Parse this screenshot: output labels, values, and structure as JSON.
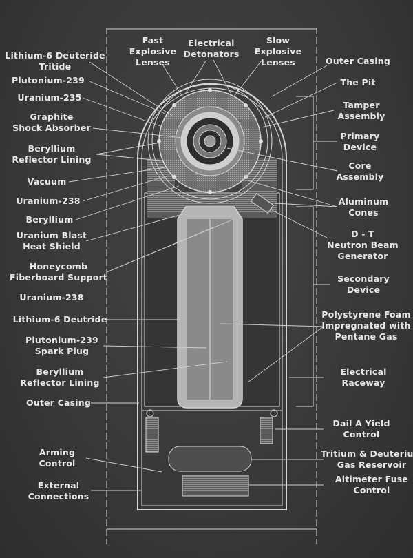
{
  "colors": {
    "background": "#3b3b3b",
    "line": "#d8d8d8",
    "text": "#e6e6e6"
  },
  "labels_left": [
    {
      "lines": [
        "Lithium-6 Deuteride",
        "Tritide"
      ]
    },
    {
      "lines": [
        "Plutonium-239"
      ]
    },
    {
      "lines": [
        "Uranium-235"
      ]
    },
    {
      "lines": [
        "Graphite",
        "Shock Absorber"
      ]
    },
    {
      "lines": [
        "Beryllium",
        "Reflector Lining"
      ]
    },
    {
      "lines": [
        "Vacuum"
      ]
    },
    {
      "lines": [
        "Uranium-238"
      ]
    },
    {
      "lines": [
        "Beryllium"
      ]
    },
    {
      "lines": [
        "Uranium Blast",
        "Heat Shield"
      ]
    },
    {
      "lines": [
        "Honeycomb",
        "Fiberboard Support"
      ]
    },
    {
      "lines": [
        "Uranium-238"
      ]
    },
    {
      "lines": [
        "Lithium-6 Deutride"
      ]
    },
    {
      "lines": [
        "Plutonium-239",
        "Spark Plug"
      ]
    },
    {
      "lines": [
        "Beryllium",
        "Reflector Lining"
      ]
    },
    {
      "lines": [
        "Outer Casing"
      ]
    },
    {
      "lines": [
        "Arming",
        "Control"
      ]
    },
    {
      "lines": [
        "External",
        "Connections"
      ]
    }
  ],
  "labels_top": [
    {
      "lines": [
        "Fast",
        "Explosive",
        "Lenses"
      ]
    },
    {
      "lines": [
        "Electrical",
        "Detonators"
      ]
    },
    {
      "lines": [
        "Slow",
        "Explosive",
        "Lenses"
      ]
    }
  ],
  "labels_right": [
    {
      "lines": [
        "Outer Casing"
      ]
    },
    {
      "lines": [
        "The Pit"
      ]
    },
    {
      "lines": [
        "Tamper",
        "Assembly"
      ]
    },
    {
      "lines": [
        "Primary",
        "Device"
      ]
    },
    {
      "lines": [
        "Core",
        "Assembly"
      ]
    },
    {
      "lines": [
        "Aluminum",
        "Cones"
      ]
    },
    {
      "lines": [
        "D - T",
        "Neutron Beam",
        "Generator"
      ]
    },
    {
      "lines": [
        "Secondary",
        "Device"
      ]
    },
    {
      "lines": [
        "Polystyrene Foam",
        "Impregnated with",
        "Pentane Gas"
      ]
    },
    {
      "lines": [
        "Electrical",
        "Raceway"
      ]
    },
    {
      "lines": [
        "Dail A Yield",
        "Control"
      ]
    },
    {
      "lines": [
        "Tritium & Deuterium",
        "Gas Reservoir"
      ]
    },
    {
      "lines": [
        "Altimeter Fuse",
        "Control"
      ]
    }
  ]
}
